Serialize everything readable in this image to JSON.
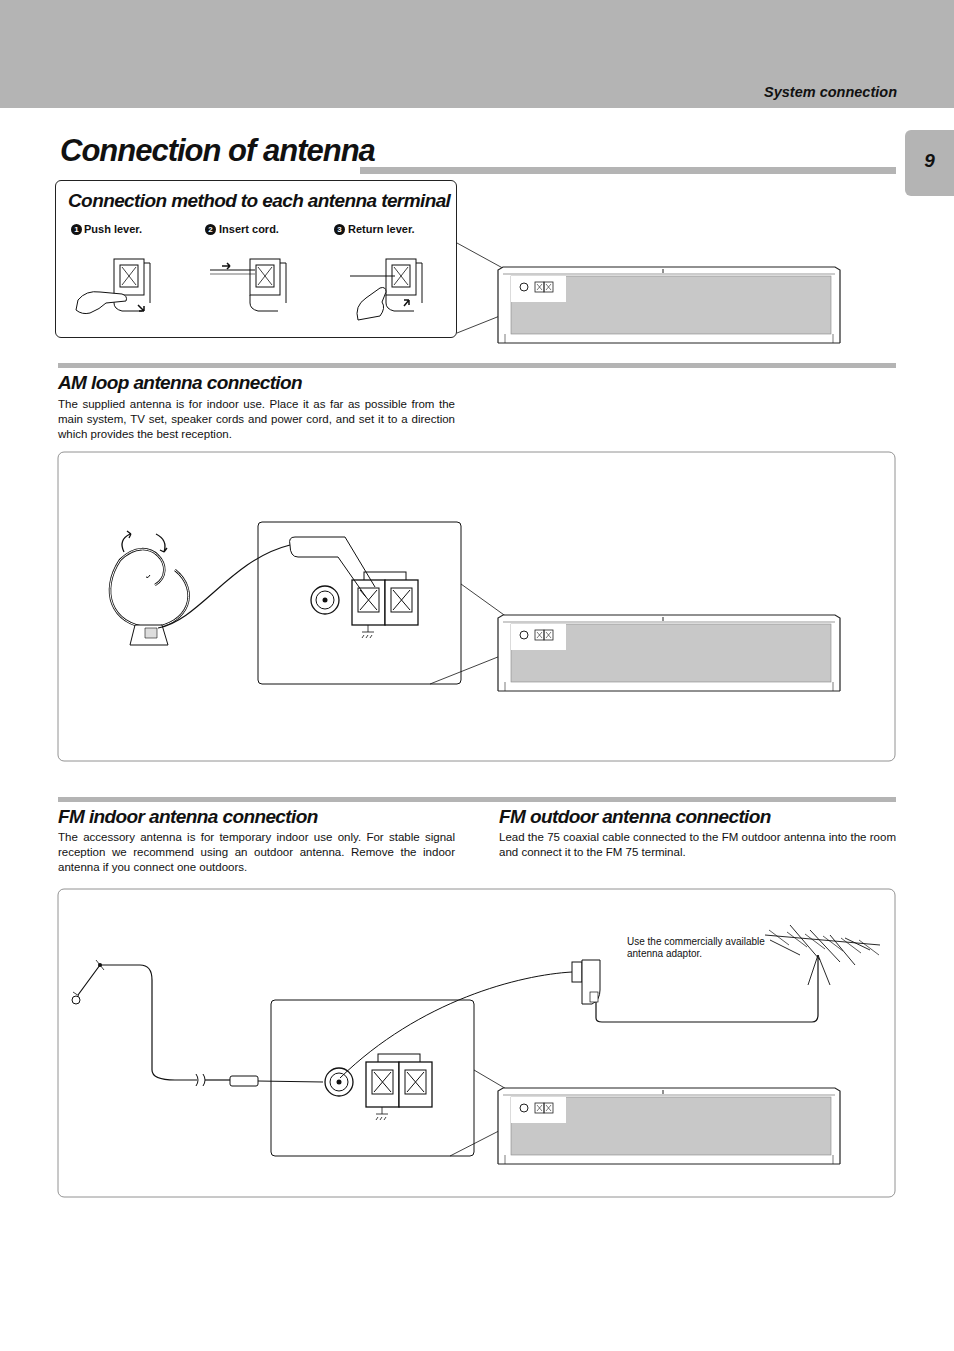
{
  "diagram": {
    "title": "Connection of antenna",
    "nodes": [
      {
        "text": [
          "System connection"
        ]
      },
      {
        "text": [
          "9"
        ]
      },
      {
        "text": [
          "Connection method to each antenna terminal",
          "Push lever.",
          "Insert cord.",
          "Return lever."
        ]
      },
      {
        "text": [
          "AM loop antenna connection",
          "The supplied antenna is for indoor use. Place it as far as possible from the main system, TV set, speaker cords and power cord, and set it to a direction which provides the best reception."
        ]
      },
      {
        "text": [
          "FM indoor antenna connection",
          "The accessory antenna is for temporary indoor use only. For stable signal reception we recommend using an outdoor antenna. Remove the indoor antenna if you connect one outdoors.",
          "FM outdoor antenna connection",
          "Lead the 75 coaxial cable connected to the FM outdoor antenna into the room and connect it to the FM 75 terminal.",
          "Use the commercially available antenna adaptor."
        ]
      }
    ],
    "labels": [
      "1",
      "2",
      "3"
    ]
  }
}
